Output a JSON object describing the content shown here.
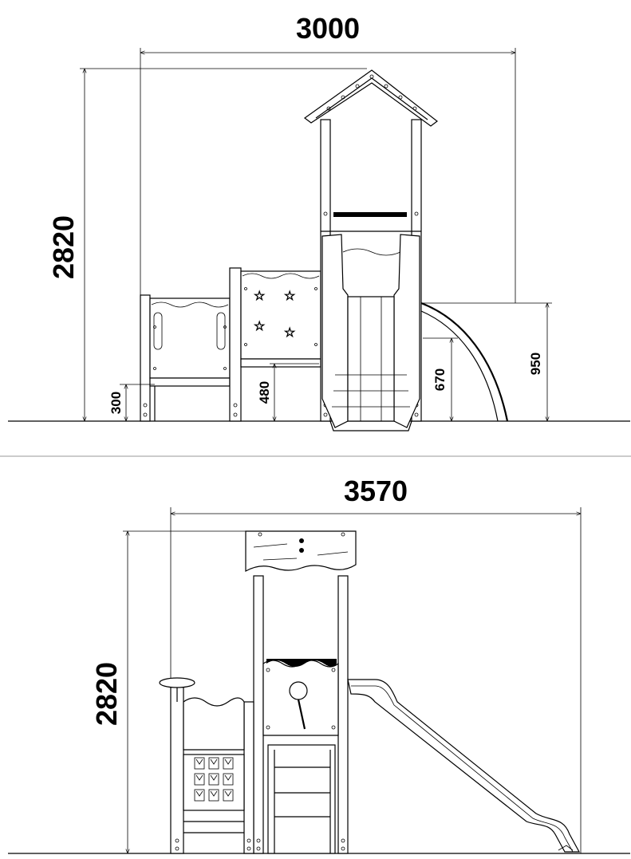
{
  "top_view": {
    "width_label": "3000",
    "height_label": "2820",
    "dim_300": "300",
    "dim_480": "480",
    "dim_670": "670",
    "dim_950": "950"
  },
  "bottom_view": {
    "width_label": "3570",
    "height_label": "2820"
  }
}
